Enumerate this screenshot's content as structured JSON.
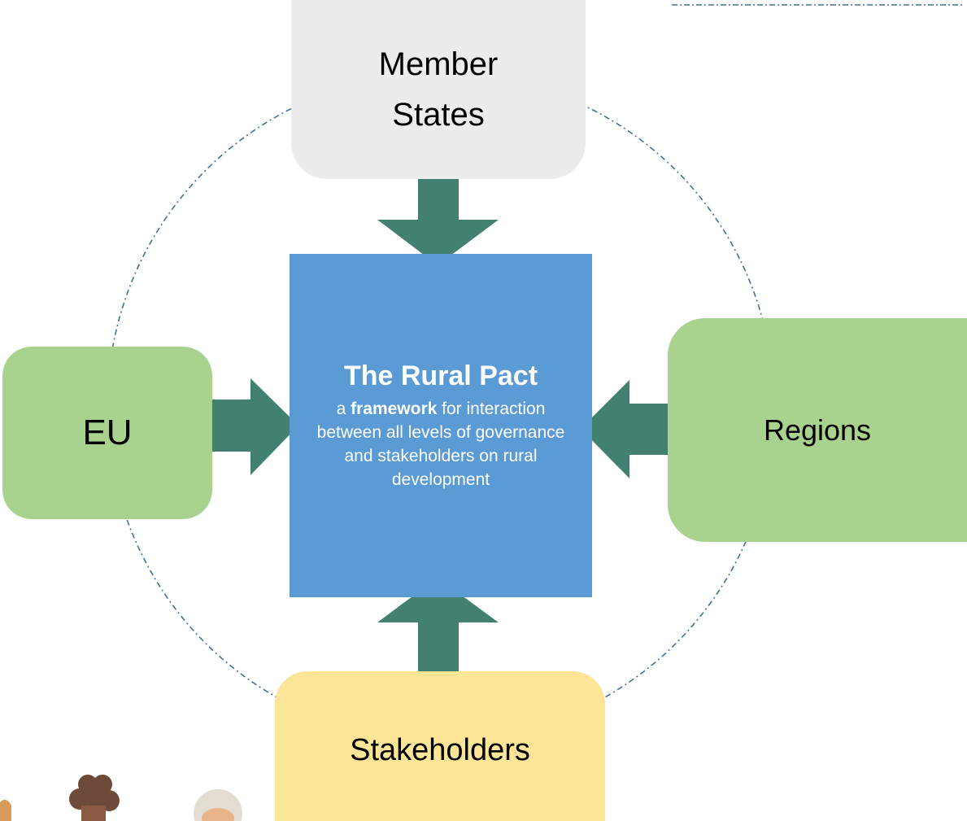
{
  "nodes": {
    "member_states": {
      "line1": "Member",
      "line2": "States",
      "color": "#ececec"
    },
    "eu": {
      "label": "EU",
      "color": "#a8d28e"
    },
    "regions": {
      "label": "Regions",
      "color": "#a8d28e"
    },
    "stakeholders": {
      "label": "Stakeholders",
      "color": "#fde597"
    }
  },
  "center": {
    "title": "The Rural Pact",
    "desc_prefix": "a ",
    "desc_bold": "framework",
    "desc_rest": " for interaction between all levels of governance and stakeholders on rural development",
    "color": "#5b9bd5"
  },
  "arrow_color": "#42806f",
  "connector_color": "#41719c",
  "decorations": [
    "people-illustration-icon"
  ]
}
